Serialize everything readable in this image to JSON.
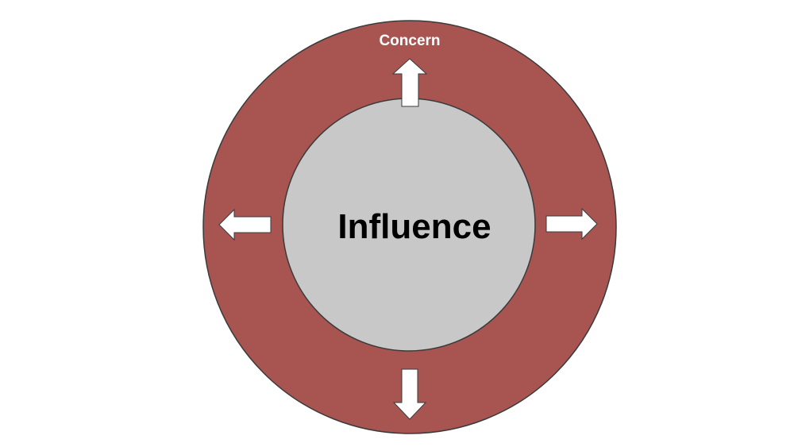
{
  "diagram": {
    "outer_circle": {
      "label": "Concern",
      "fill": "#a85552",
      "stroke": "#3a3a3a"
    },
    "inner_circle": {
      "label": "Influence",
      "fill": "#c8c8c8",
      "stroke": "#3a3a3a"
    },
    "arrows": {
      "fill": "#ffffff",
      "stroke": "#3a3a3a",
      "directions": [
        "up",
        "right",
        "down",
        "left"
      ]
    }
  }
}
